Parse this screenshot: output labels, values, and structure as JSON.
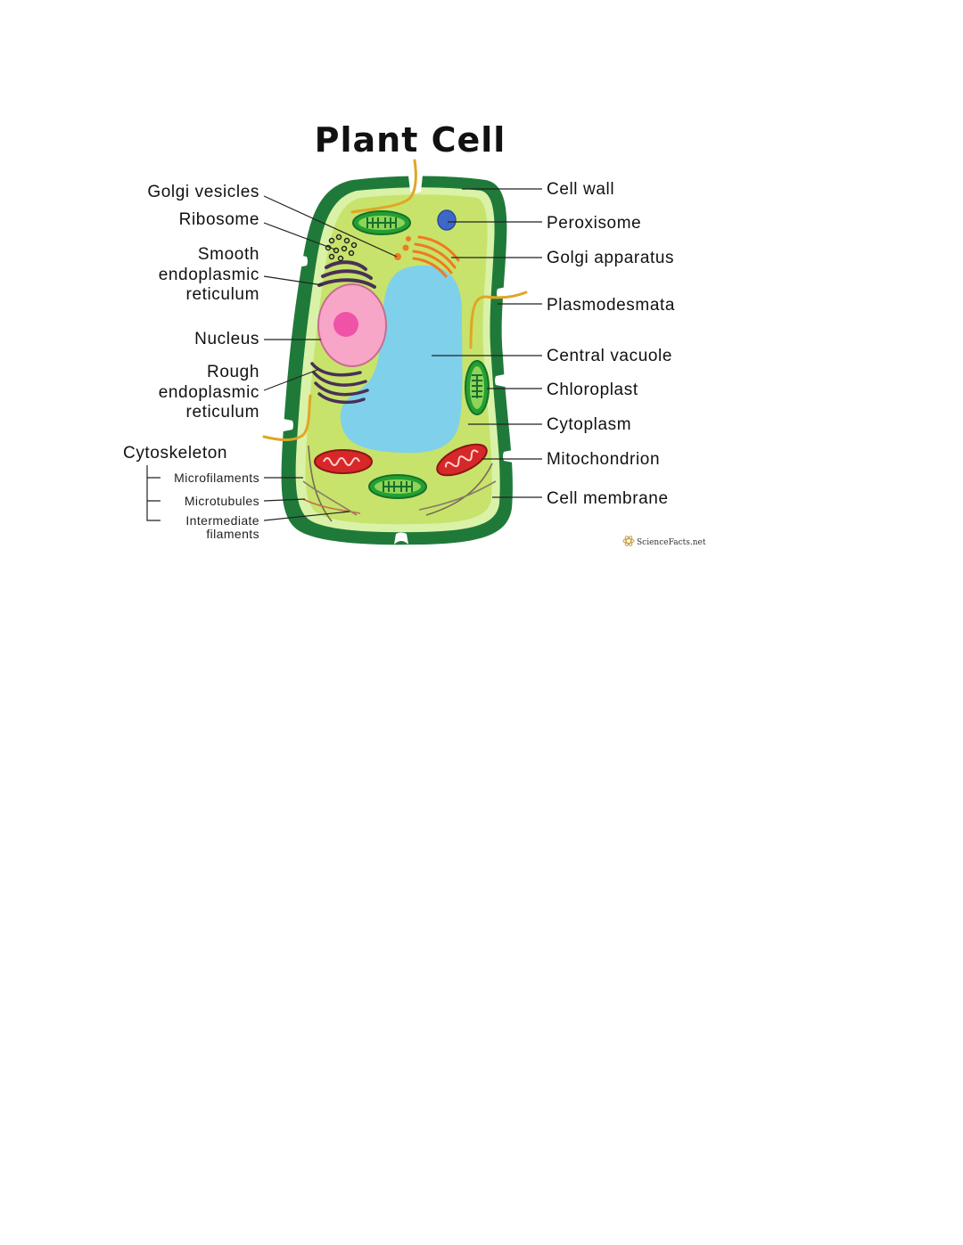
{
  "title": "Plant Cell",
  "labels_left": {
    "golgi_vesicles": "Golgi vesicles",
    "ribosome": "Ribosome",
    "smooth_er": [
      "Smooth",
      "endoplasmic",
      "reticulum"
    ],
    "nucleus": "Nucleus",
    "rough_er": [
      "Rough",
      "endoplasmic",
      "reticulum"
    ],
    "cytoskeleton": "Cytoskeleton",
    "microfilaments": "Microfilaments",
    "microtubules": "Microtubules",
    "intermediate_filaments": [
      "Intermediate",
      "filaments"
    ]
  },
  "labels_right": {
    "cell_wall": "Cell wall",
    "peroxisome": "Peroxisome",
    "golgi_apparatus": "Golgi apparatus",
    "plasmodesmata": "Plasmodesmata",
    "central_vacuole": "Central vacuole",
    "chloroplast": "Chloroplast",
    "cytoplasm": "Cytoplasm",
    "mitochondrion": "Mitochondrion",
    "cell_membrane": "Cell membrane"
  },
  "watermark": "ScienceFacts.net",
  "colors": {
    "cell_wall": "#1f7a3a",
    "cell_wall_inner": "#bfe88a",
    "cytoplasm": "#c7e36b",
    "vacuole": "#7fd0ea",
    "nucleus": "#f7a6c8",
    "nucleolus": "#f052a8",
    "er": "#4a2f57",
    "golgi": "#f07a1f",
    "peroxisome": "#3f67c8",
    "chloroplast": "#22a032",
    "mitochondrion": "#d62828",
    "plasmodesmata": "#e0a623"
  }
}
